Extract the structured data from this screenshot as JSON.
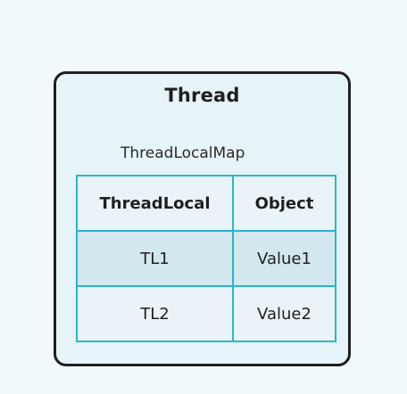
{
  "thread": {
    "title": "Thread"
  },
  "map": {
    "label": "ThreadLocalMap",
    "headers": [
      "ThreadLocal",
      "Object"
    ],
    "rows": [
      [
        "TL1",
        "Value1"
      ],
      [
        "TL2",
        "Value2"
      ]
    ]
  }
}
